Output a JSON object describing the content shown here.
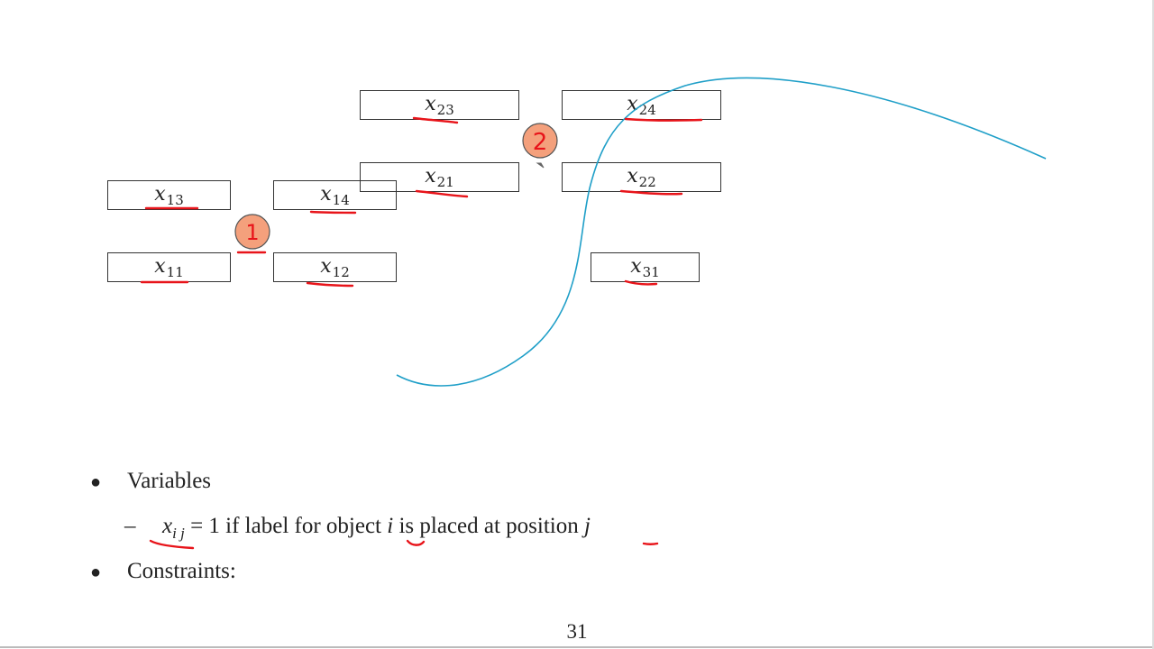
{
  "boxes": [
    {
      "var": "x",
      "sub": "23"
    },
    {
      "var": "x",
      "sub": "24"
    },
    {
      "var": "x",
      "sub": "21"
    },
    {
      "var": "x",
      "sub": "22"
    },
    {
      "var": "x",
      "sub": "13"
    },
    {
      "var": "x",
      "sub": "14"
    },
    {
      "var": "x",
      "sub": "11"
    },
    {
      "var": "x",
      "sub": "12"
    },
    {
      "var": "x",
      "sub": "31"
    }
  ],
  "annotations": {
    "marker_one": "1",
    "marker_two": "2",
    "ink_red": "#e8141a",
    "ink_blue": "#1f9fc8",
    "marker_fill": "#f4a07c"
  },
  "bullets": {
    "item1": "Variables",
    "sub_dash": "–",
    "sub_var": "x",
    "sub_idx": "i j",
    "sub_mid": " = 1 if label for object ",
    "sub_i": "i",
    "sub_mid2": " is placed at position ",
    "sub_j": "j",
    "item2": "Constraints:"
  },
  "page": {
    "number": "31"
  }
}
